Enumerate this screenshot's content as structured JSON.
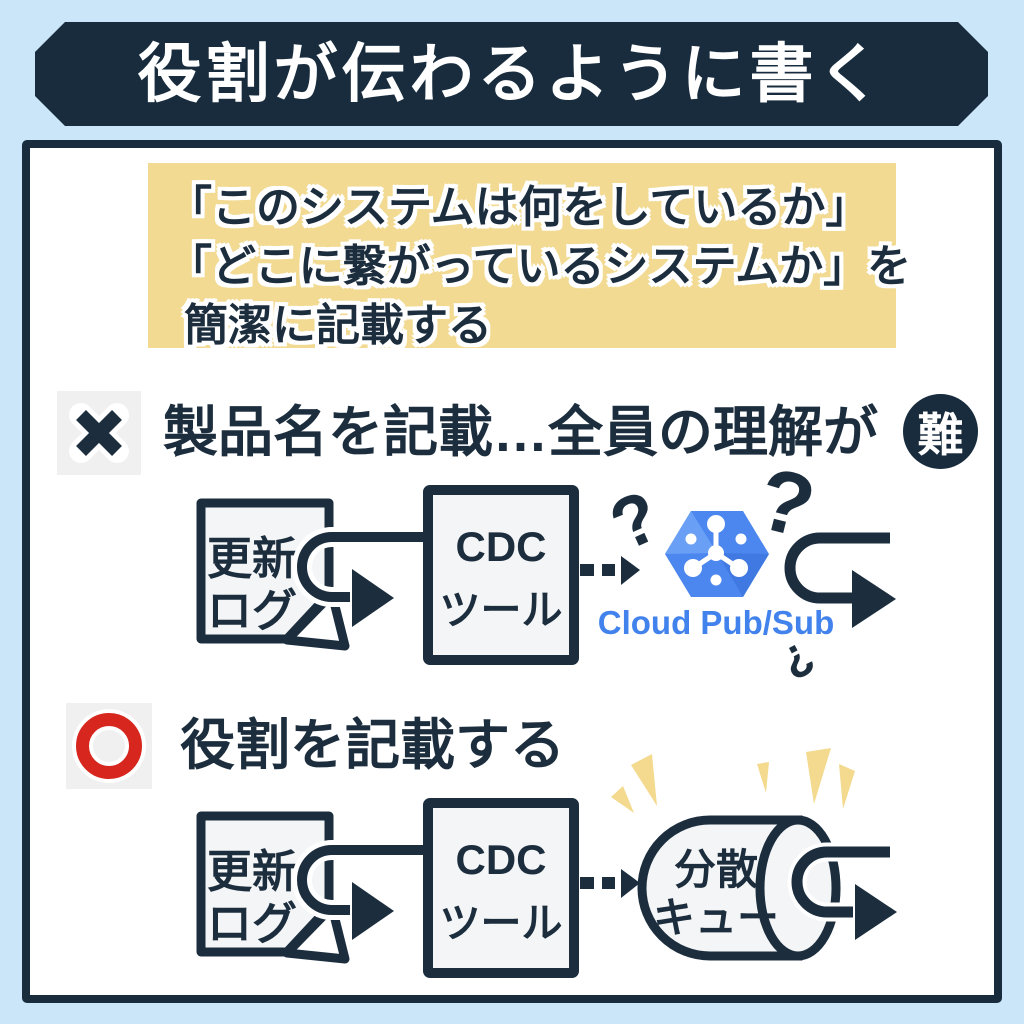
{
  "title_banner": {
    "text": "役割が伝わるように書く"
  },
  "callout": {
    "lines": [
      "「このシステムは何をしているか」",
      "「どこに繋がっているシステムか」を",
      "簡潔に記載する"
    ]
  },
  "bad_section": {
    "marker_icon": "cross-icon",
    "heading": "製品名を記載…全員の理解が",
    "difficulty_badge": "難"
  },
  "bad_diagram": {
    "log_doc": {
      "line1": "更新",
      "line2": "ログ"
    },
    "cdc_box": {
      "line1": "CDC",
      "line2": "ツール"
    },
    "cloud_label": "Cloud Pub/Sub",
    "question_marks": [
      "?",
      "?",
      "?"
    ]
  },
  "good_section": {
    "marker_icon": "circle-icon",
    "heading": "役割を記載する"
  },
  "good_diagram": {
    "log_doc": {
      "line1": "更新",
      "line2": "ログ"
    },
    "cdc_box": {
      "line1": "CDC",
      "line2": "ツール"
    },
    "queue_cylinder": {
      "line1": "分散",
      "line2": "キュー"
    }
  },
  "colors": {
    "navy": "#1c2e3e",
    "background_blue": "#cae6f8",
    "callout_yellow": "#f2da92",
    "sparkle_yellow": "#f3da8e",
    "bad_red": "#d7261d",
    "pubsub_hexagon_blue": "#4c86ef",
    "pubsub_text_blue": "#4282ec",
    "shape_fill": "#f4f5f6",
    "marker_background": "#f0f0f0"
  }
}
